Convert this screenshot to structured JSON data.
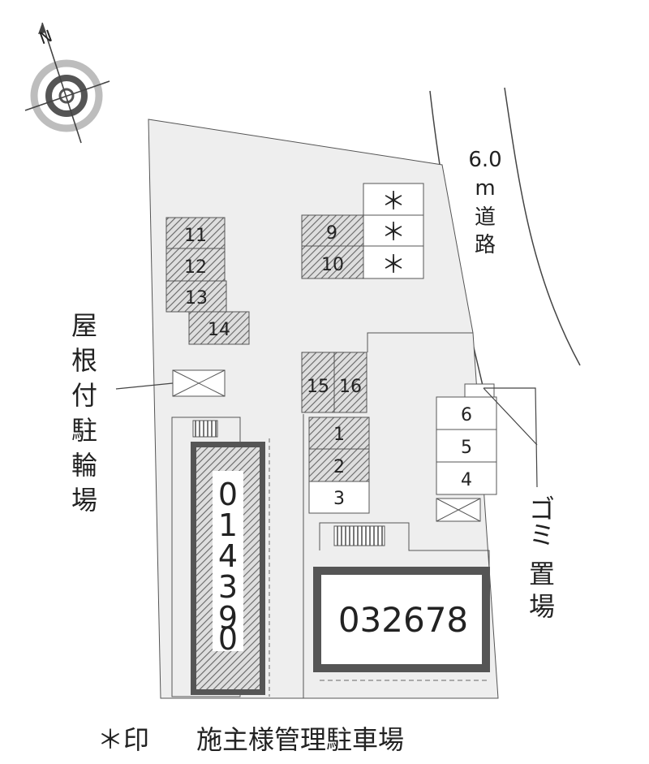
{
  "compass": {
    "north_label": "N"
  },
  "road": {
    "width_value": "6.0",
    "unit": "m",
    "chars": [
      "道",
      "路"
    ]
  },
  "parking_spaces": [
    "11",
    "12",
    "13",
    "14",
    "9",
    "10",
    "15",
    "16",
    "1",
    "2",
    "3",
    "6",
    "5",
    "4"
  ],
  "owner_spaces": [
    "＊",
    "＊",
    "＊"
  ],
  "bicycle_parking": {
    "chars": [
      "屋",
      "根",
      "付",
      "駐",
      "輪",
      "場"
    ]
  },
  "garbage": {
    "chars": [
      "ゴ",
      "ミ",
      "置",
      "場"
    ]
  },
  "buildings": {
    "left_code": [
      "0",
      "1",
      "4",
      "3",
      "9",
      "0"
    ],
    "right_code": "032678"
  },
  "footnote": {
    "mark": "＊印",
    "text": "施主様管理駐車場"
  },
  "colors": {
    "site": "#eeeeee",
    "hatch": "#555555",
    "building_wall": "#555555",
    "lines": "#444444"
  }
}
